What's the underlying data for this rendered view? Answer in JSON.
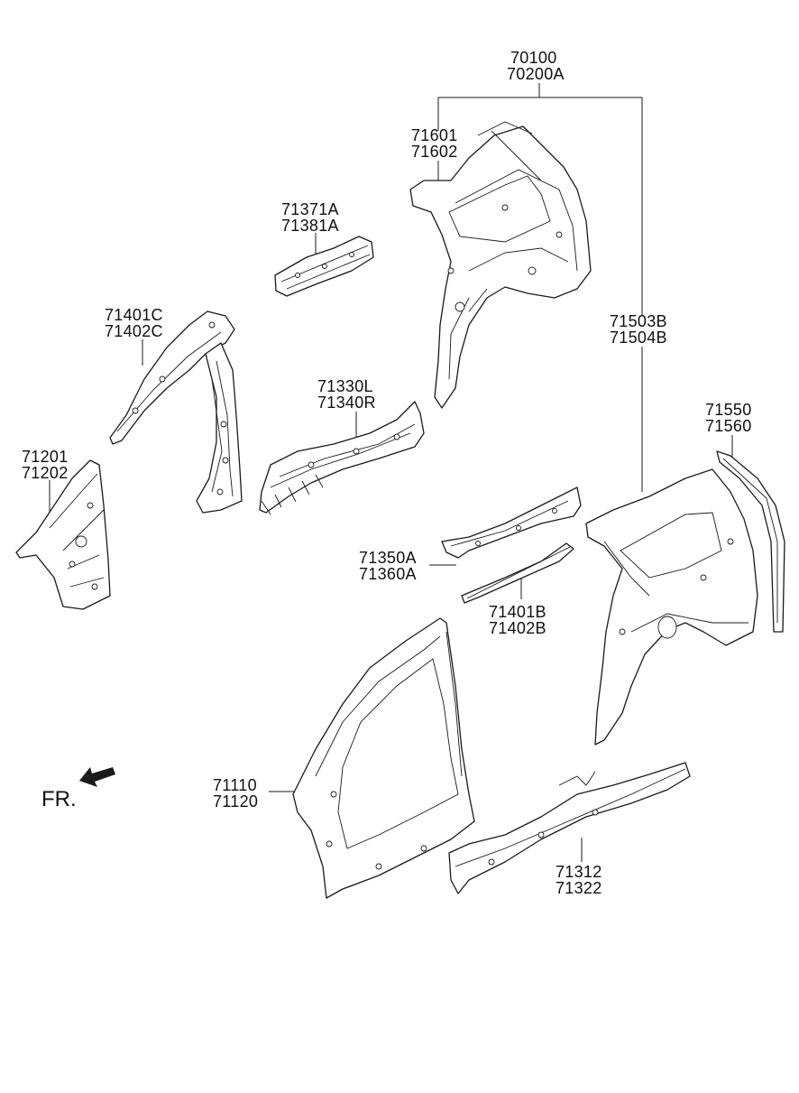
{
  "callouts": {
    "c70100": [
      "70100",
      "70200A"
    ],
    "c71601": [
      "71601",
      "71602"
    ],
    "c71371": [
      "71371A",
      "71381A"
    ],
    "c71401c": [
      "71401C",
      "71402C"
    ],
    "c71330": [
      "71330L",
      "71340R"
    ],
    "c71503": [
      "71503B",
      "71504B"
    ],
    "c71550": [
      "71550",
      "71560"
    ],
    "c71201": [
      "71201",
      "71202"
    ],
    "c71350": [
      "71350A",
      "71360A"
    ],
    "c71401b": [
      "71401B",
      "71402B"
    ],
    "c71110": [
      "71110",
      "71120"
    ],
    "c71312": [
      "71312",
      "71322"
    ]
  },
  "direction": {
    "label": "FR."
  },
  "colors": {
    "line": "#1a1a1a",
    "background": "#ffffff"
  }
}
